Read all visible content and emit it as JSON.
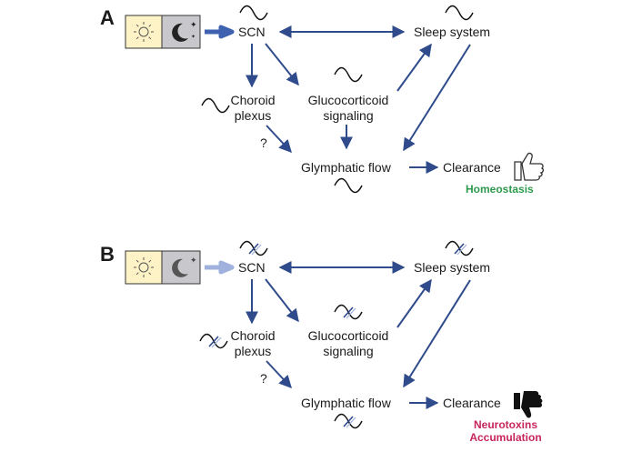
{
  "panel_a": {
    "label": "A",
    "scn": "SCN",
    "sleep_system": "Sleep system",
    "choroid_line1": "Choroid",
    "choroid_line2": "plexus",
    "gluco_line1": "Glucocorticoid",
    "gluco_line2": "signaling",
    "question": "?",
    "glymphatic": "Glymphatic flow",
    "clearance": "Clearance",
    "outcome": "Homeostasis",
    "outcome_color": "#2e9a4e",
    "verdict_icon": "thumbs-up-icon"
  },
  "panel_b": {
    "label": "B",
    "scn": "SCN",
    "sleep_system": "Sleep system",
    "choroid_line1": "Choroid",
    "choroid_line2": "plexus",
    "gluco_line1": "Glucocorticoid",
    "gluco_line2": "signaling",
    "question": "?",
    "glymphatic": "Glymphatic flow",
    "clearance": "Clearance",
    "outcome_line1": "Neurotoxins",
    "outcome_line2": "Accumulation",
    "outcome_color": "#c7265a",
    "verdict_icon": "thumbs-down-icon"
  },
  "colors": {
    "arrow": "#2f4b8c",
    "input_arrow_strong": "#3e62b0",
    "input_arrow_faded": "#9fb1dc",
    "day_box": "#fdf3c6",
    "night_box": "#c8c8cc",
    "disrupted_mark": "#2f4b8c"
  },
  "icons": [
    "sun-icon",
    "moon-icon",
    "wave-icon",
    "disrupted-wave-icon",
    "thumbs-up-icon",
    "thumbs-down-icon"
  ]
}
